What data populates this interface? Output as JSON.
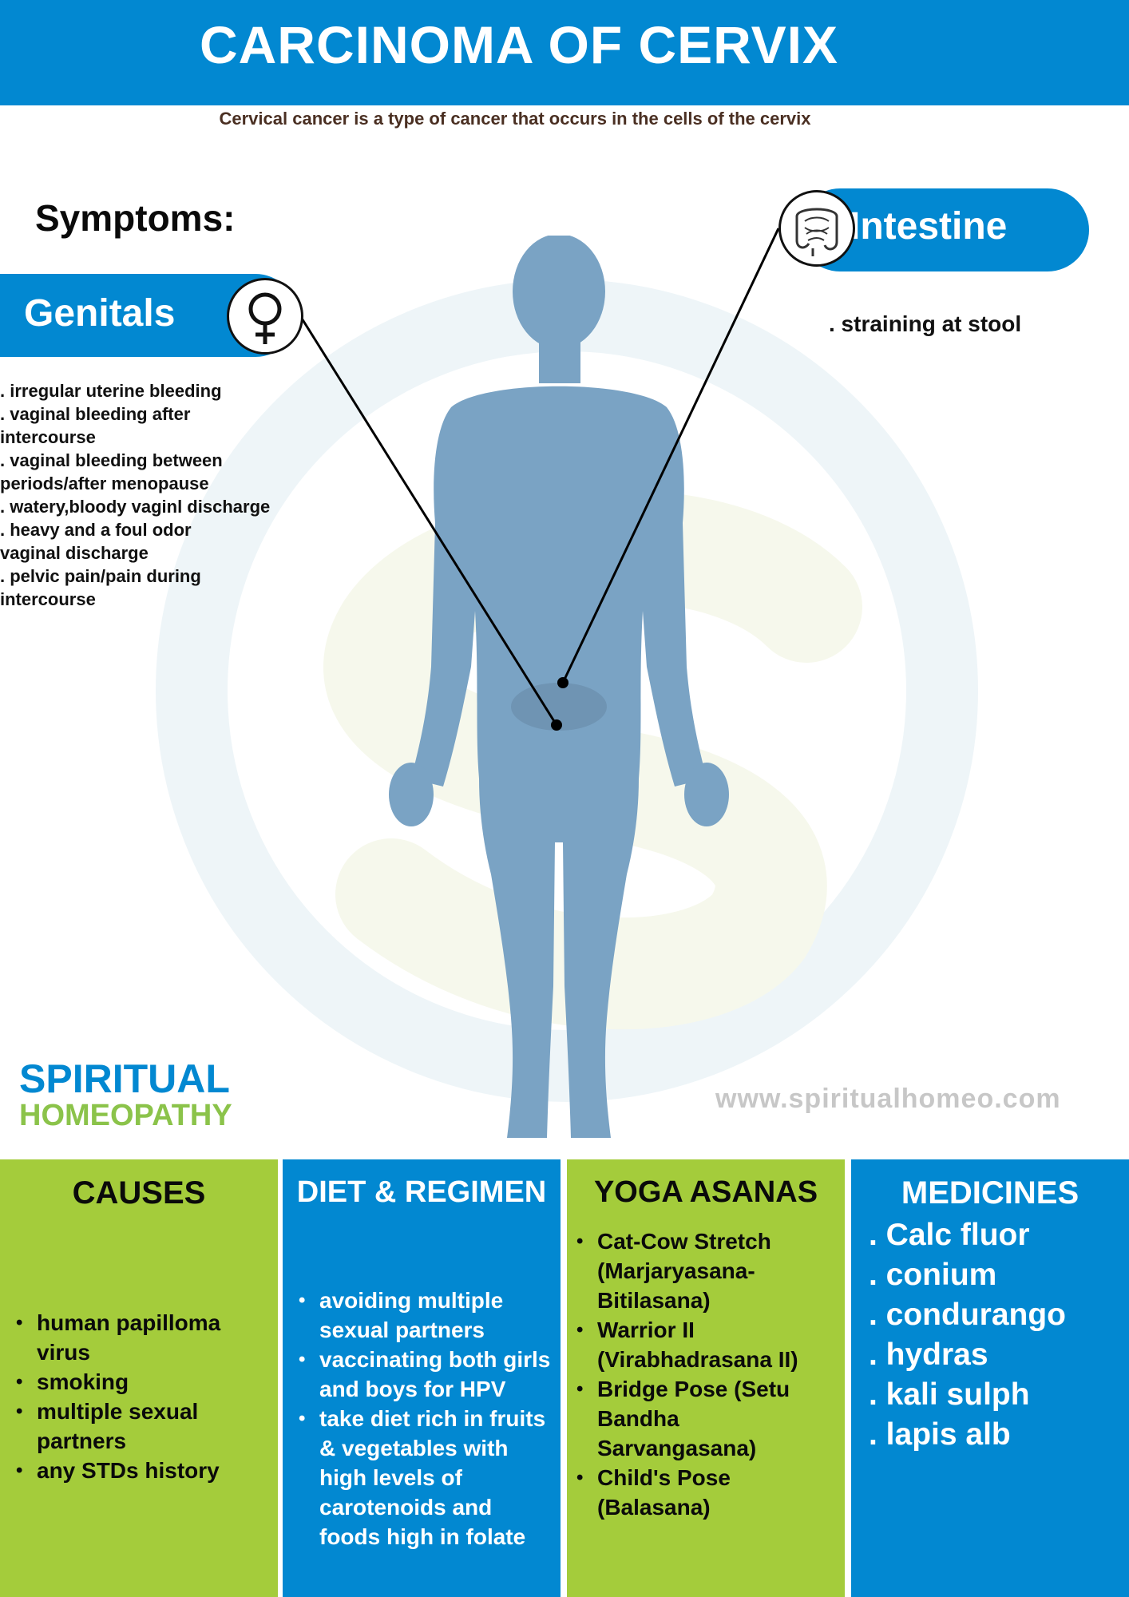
{
  "header": {
    "title": "CARCINOMA OF CERVIX"
  },
  "subtitle": "Cervical cancer is a type of cancer that occurs in the cells of the cervix",
  "symptoms_heading": "Symptoms:",
  "genitals": {
    "label": "Genitals",
    "icon": "female-symbol-icon",
    "items": [
      ". irregular uterine bleeding",
      ". vaginal bleeding after",
      "intercourse",
      ". vaginal bleeding between",
      "periods/after menopause",
      ". watery,bloody vaginl discharge",
      ". heavy and a foul odor",
      "vaginal discharge",
      ". pelvic pain/pain during",
      "intercourse"
    ]
  },
  "intestine": {
    "label": "Intestine",
    "icon": "intestine-icon",
    "text": ". straining at stool"
  },
  "brand": {
    "top": "SPIRITUAL",
    "bottom": "HOMEOPATHY"
  },
  "website": "www.spiritualhomeo.com",
  "colors": {
    "blue": "#0288d1",
    "green": "#a4cc3b",
    "figure": "#7aa3c4"
  },
  "causes": {
    "title": "CAUSES",
    "items": [
      "human papilloma virus",
      "smoking",
      "multiple sexual partners",
      "any STDs history"
    ]
  },
  "diet": {
    "title": "DIET & REGIMEN",
    "items": [
      "avoiding multiple sexual partners",
      "vaccinating both girls and boys for HPV",
      "take diet rich in fruits & vegetables with high levels of carotenoids and foods high in folate"
    ]
  },
  "yoga": {
    "title": "YOGA ASANAS",
    "items": [
      "Cat-Cow Stretch (Marjaryasana-Bitilasana)",
      "Warrior II (Virabhadrasana II)",
      "Bridge Pose (Setu Bandha Sarvangasana)",
      "Child's Pose (Balasana)"
    ]
  },
  "medicines": {
    "title": "MEDICINES",
    "items": [
      ". Calc fluor",
      ". conium",
      ". condurango",
      ". hydras",
      ". kali sulph",
      ". lapis alb"
    ]
  }
}
